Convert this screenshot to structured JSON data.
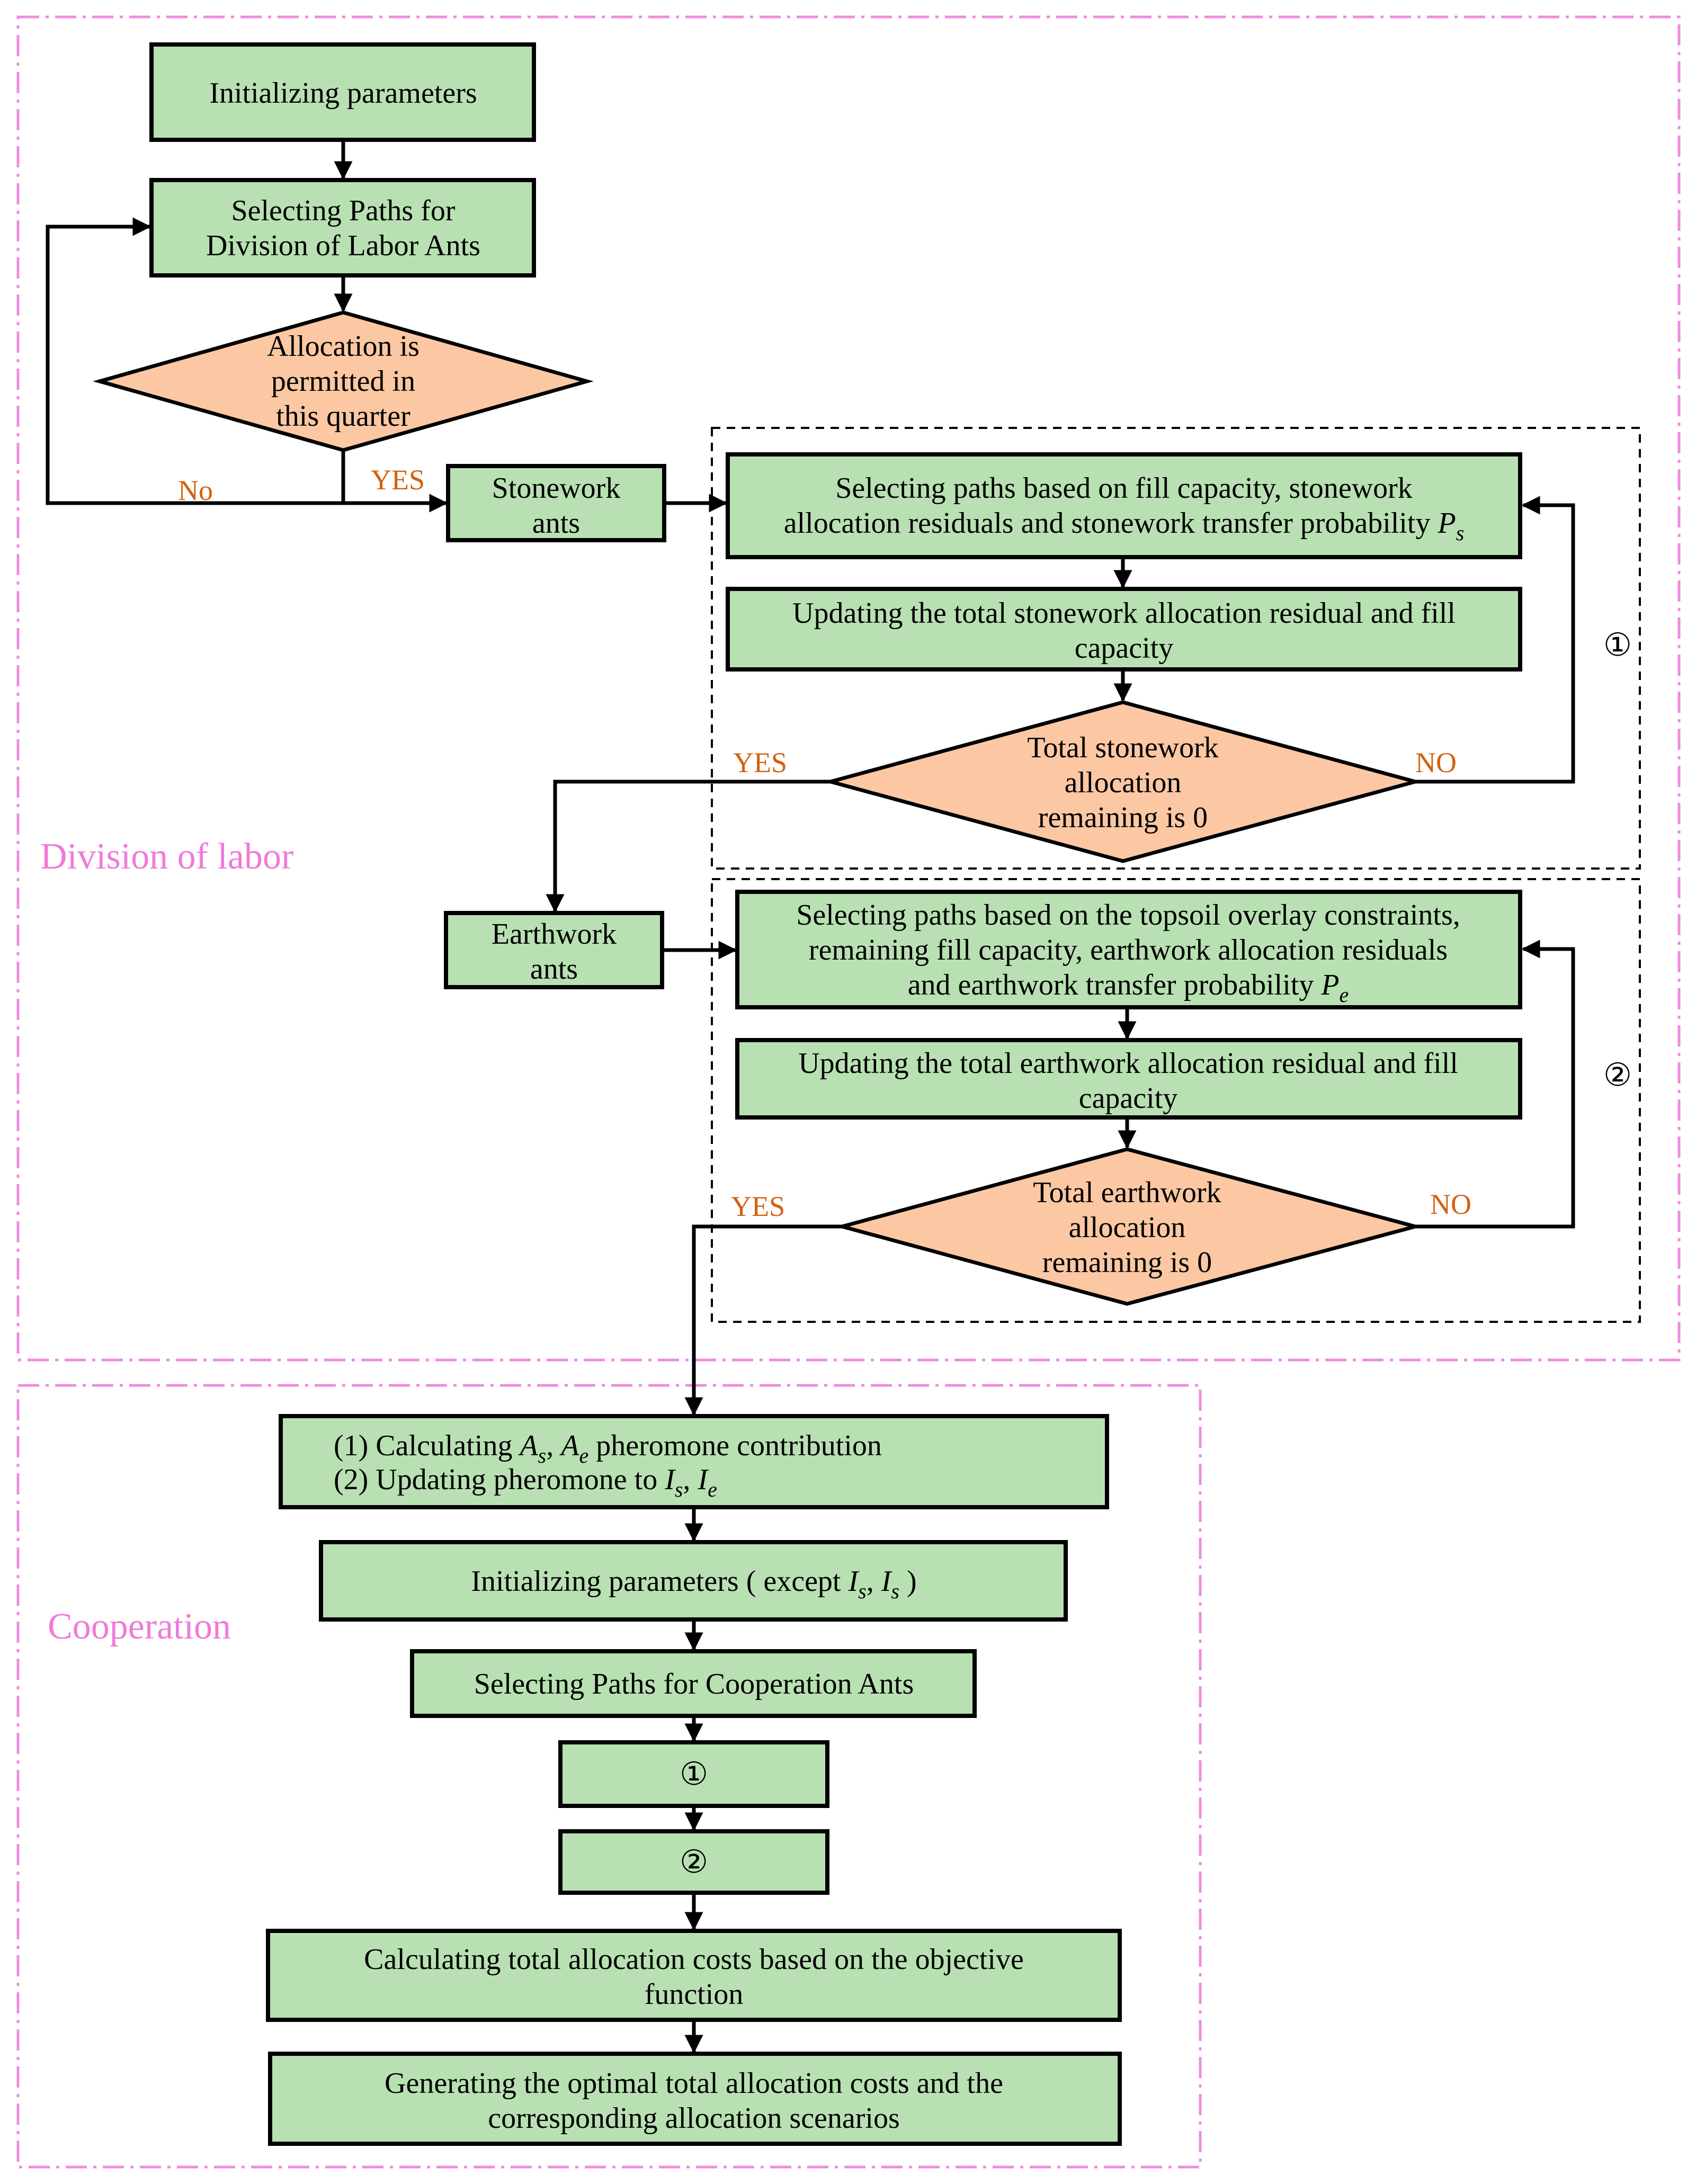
{
  "sections": {
    "division": "Division of labor",
    "cooperation": "Cooperation"
  },
  "nodes": {
    "init": "Initializing parameters",
    "select_division": [
      "Selecting Paths for",
      "Division of Labor Ants"
    ],
    "permit": [
      "Allocation is",
      "permitted in",
      "this quarter"
    ],
    "stone_ants": [
      "Stonework",
      "ants"
    ],
    "earth_ants": [
      "Earthwork",
      "ants"
    ],
    "stone_select": [
      "Selecting paths  based on fill capacity, stonework",
      "allocation residuals and stonework transfer probability "
    ],
    "stone_update": [
      "Updating the total stonework allocation residual and fill",
      "capacity"
    ],
    "stone_check": [
      "Total stonework",
      "allocation",
      "remaining is 0"
    ],
    "earth_select": [
      "Selecting paths  based  on the topsoil overlay constraints,",
      "remaining fill capacity,  earthwork allocation residuals",
      "and earthwork transfer probability "
    ],
    "earth_update": [
      "Updating the total earthwork allocation residual and fill",
      "capacity"
    ],
    "earth_check": [
      "Total earthwork",
      "allocation",
      "remaining is 0"
    ],
    "pheromone": [
      "(1) Calculating ",
      "(2) Updating pheromone to "
    ],
    "init_except": "Initializing parameters ( except ",
    "select_coop": "Selecting Paths for Cooperation Ants",
    "ref1": "①",
    "ref2": "②",
    "calc_cost": [
      "Calculating  total allocation costs based on the objective",
      "function"
    ],
    "optimal": [
      "Generating the optimal total allocation costs and the",
      "corresponding allocation scenarios"
    ]
  },
  "symbols": {
    "Ps": {
      "base": "P",
      "sub": "s"
    },
    "Pe": {
      "base": "P",
      "sub": "e"
    },
    "As": {
      "base": "A",
      "sub": "s"
    },
    "Ae": {
      "base": "A",
      "sub": "e"
    },
    "Is": {
      "base": "I",
      "sub": "s"
    },
    "Ie": {
      "base": "I",
      "sub": "e"
    }
  },
  "labels": {
    "no_left": "No",
    "yes_stone_ants": "YES",
    "yes_stone": "YES",
    "no_stone": "NO",
    "yes_earth": "YES",
    "no_earth": "NO",
    "loop1": "①",
    "loop2": "②"
  },
  "colors": {
    "process": "#b9e0b3",
    "decision": "#fbc8a3",
    "section_border": "#f08ae0",
    "section_label": "#f07ad8",
    "branch_label": "#d4600e"
  }
}
